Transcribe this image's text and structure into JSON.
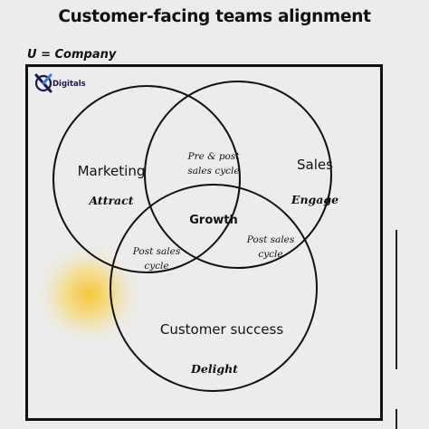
{
  "header": {
    "title": "Customer-facing teams alignment",
    "equation": "U = Company"
  },
  "logo": {
    "text": "Digitals",
    "letter": "X"
  },
  "diagram": {
    "sets": [
      {
        "label": "Marketing",
        "sublabel": "Attract"
      },
      {
        "label": "Sales",
        "sublabel": "Engage"
      },
      {
        "label": "Customer success",
        "sublabel": "Delight"
      }
    ],
    "intersections": {
      "marketing_sales": [
        "Pre & post",
        "sales cycle"
      ],
      "marketing_customer_success": [
        "Post sales",
        "cycle"
      ],
      "sales_customer_success": [
        "Post sales",
        "cycle"
      ],
      "center": "Growth"
    }
  },
  "colors": {
    "background": "#ececec",
    "stroke": "#111111",
    "glow": "#f7c530"
  }
}
